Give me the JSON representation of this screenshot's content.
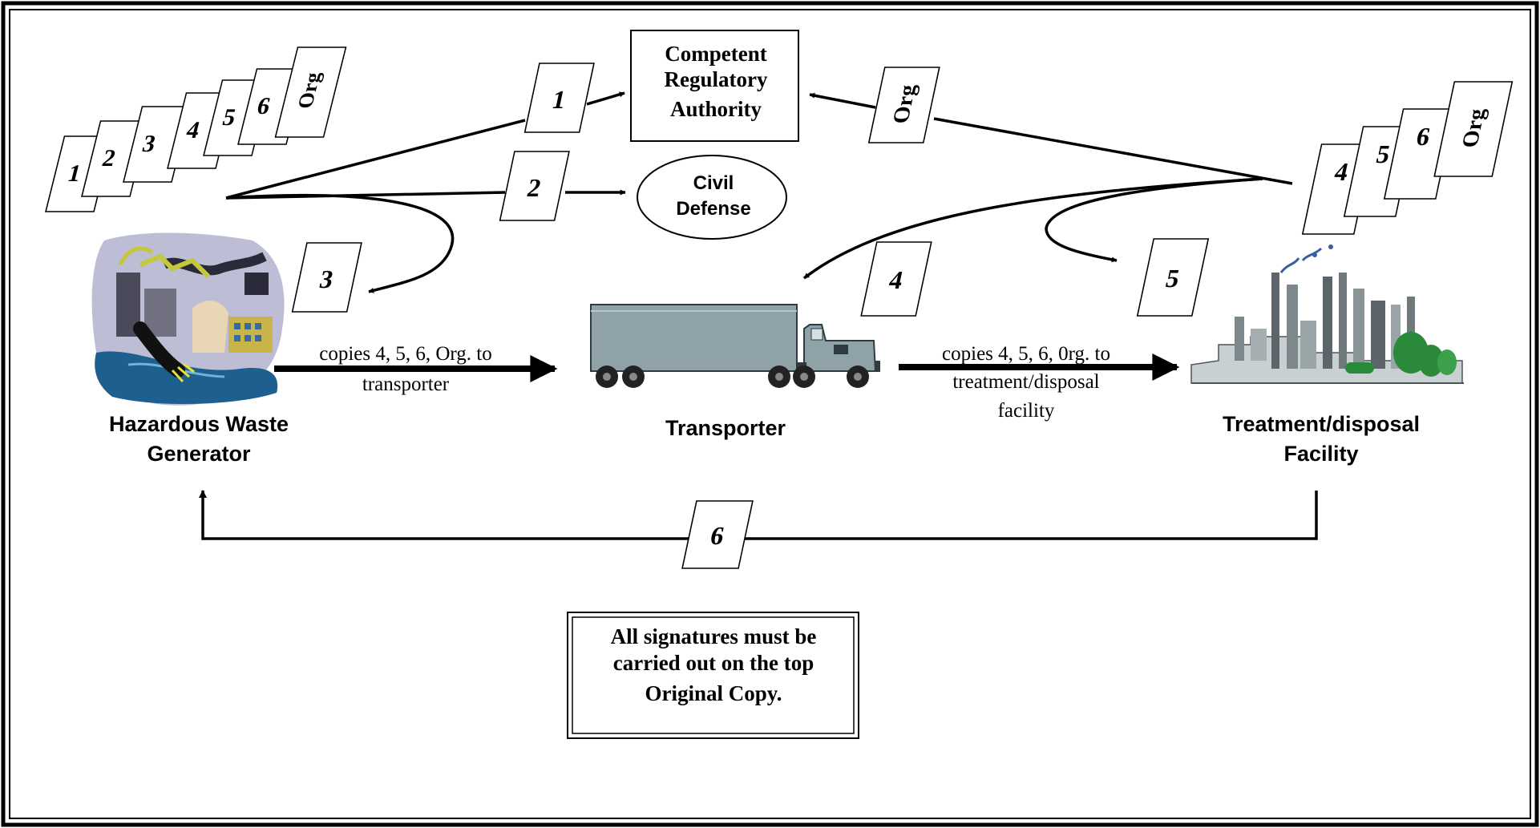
{
  "nodes": {
    "authority": {
      "lines": [
        "Competent",
        "Regulatory",
        "Authority"
      ]
    },
    "civil_defense": {
      "lines": [
        "Civil",
        "Defense"
      ]
    },
    "generator": {
      "lines": [
        "Hazardous Waste",
        "Generator"
      ],
      "icon": "factory-pollution-icon"
    },
    "transporter": {
      "lines": [
        "Transporter"
      ],
      "icon": "truck-icon"
    },
    "facility": {
      "lines": [
        "Treatment/disposal",
        "Facility"
      ],
      "icon": "industrial-plant-icon"
    }
  },
  "copy_stacks": {
    "generator": [
      "1",
      "2",
      "3",
      "4",
      "5",
      "6",
      "Org"
    ],
    "facility": [
      "4",
      "5",
      "6",
      "Org"
    ]
  },
  "flow_cards": {
    "to_authority": "1",
    "to_civil_defense": "2",
    "retained_generator": "3",
    "to_transporter_return": "4",
    "retained_facility": "5",
    "to_generator_return": "6",
    "original_to_authority": "Org"
  },
  "arrow_labels": {
    "generator_to_transporter": [
      "copies 4, 5, 6, Org. to",
      "transporter"
    ],
    "transporter_to_facility": [
      "copies 4, 5, 6, 0rg. to",
      "treatment/disposal",
      "facility"
    ]
  },
  "note": {
    "lines": [
      "All signatures must be",
      "carried out on the top",
      "Original Copy."
    ]
  },
  "colors": {
    "line": "#000000",
    "truck_body": "#8fa2a8",
    "factory_blue": "#1d5f8f",
    "plant_green": "#2a8a3a"
  }
}
